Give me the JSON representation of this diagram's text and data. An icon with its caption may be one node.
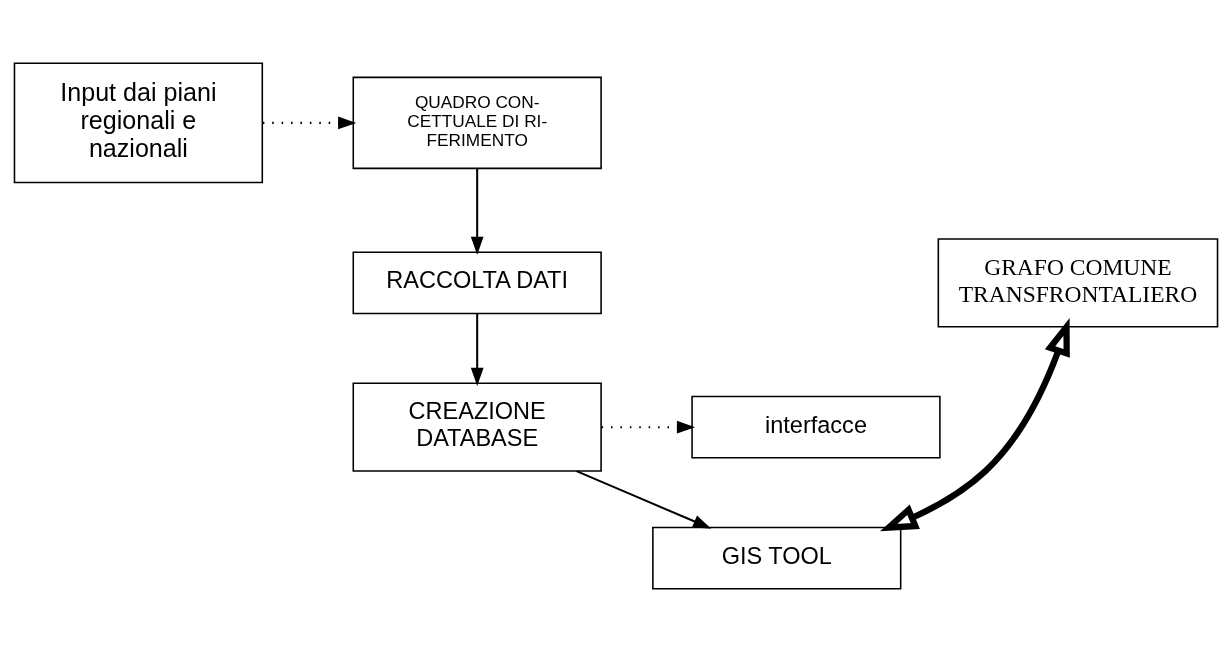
{
  "diagram": {
    "nodes": [
      {
        "text": [
          "QUADRO CON- CETTUALE DI RI- FERIMENTO"
        ]
      },
      {
        "text": [
          "Input dai piani regionali e nazionali"
        ]
      },
      {
        "text": [
          "GRAFO COMUNE TRANSFRONTALIERO"
        ]
      },
      {
        "text": [
          "RACCOLTA DATI"
        ]
      },
      {
        "text": [
          "CREAZIONE DATABASE"
        ]
      },
      {
        "text": [
          "interfacce"
        ]
      },
      {
        "text": [
          "GIS TOOL"
        ]
      }
    ],
    "edges": [
      {
        "from": 1,
        "to": 0,
        "arrow": "to",
        "style": "dashed"
      },
      {
        "from": 0,
        "to": 3,
        "arrow": "to"
      },
      {
        "from": 3,
        "to": 4,
        "arrow": "to"
      },
      {
        "from": 4,
        "to": 6,
        "arrow": "to"
      },
      {
        "from": 4,
        "to": 5,
        "arrow": "to",
        "style": "dashed"
      },
      {
        "from": 2,
        "to": 6,
        "arrow": "both",
        "style": "thick"
      }
    ]
  }
}
